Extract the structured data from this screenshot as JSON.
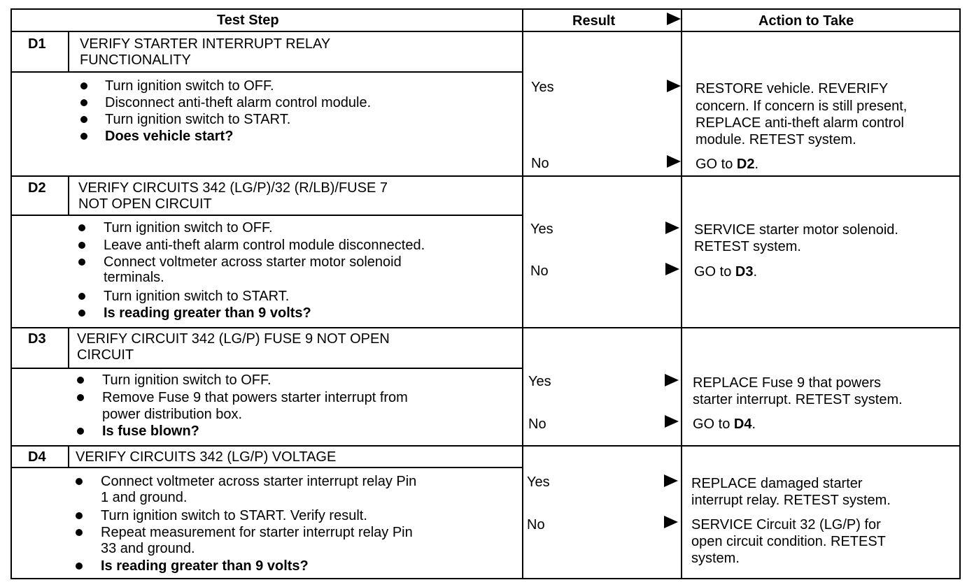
{
  "header": {
    "col1": "Test Step",
    "col2": "Result",
    "col3": "Action to Take"
  },
  "steps": [
    {
      "id": "D1",
      "title": [
        "VERIFY STARTER INTERRUPT RELAY",
        "FUNCTIONALITY"
      ],
      "bullets": [
        [
          "Turn ignition switch to OFF."
        ],
        [
          "Disconnect anti-theft alarm control module."
        ],
        [
          "Turn ignition switch to START."
        ],
        [
          "Does vehicle start?"
        ]
      ],
      "yes_label": "Yes",
      "no_label": "No",
      "yes_action": [
        "RESTORE vehicle. REVERIFY",
        "concern. If concern is still present,",
        "REPLACE anti-theft alarm control",
        "module. RETEST system."
      ],
      "no_action_prefix": "GO to ",
      "no_action_target": "D2",
      "no_action_suffix": "."
    },
    {
      "id": "D2",
      "title": [
        "VERIFY CIRCUITS 342 (LG/P)/32 (R/LB)/FUSE 7",
        "NOT OPEN CIRCUIT"
      ],
      "bullets": [
        [
          "Turn ignition switch to OFF."
        ],
        [
          "Leave anti-theft alarm control module disconnected."
        ],
        [
          "Connect voltmeter across starter motor solenoid",
          "terminals."
        ],
        [
          "Turn ignition switch to START."
        ],
        [
          "Is reading greater than 9 volts?"
        ]
      ],
      "yes_label": "Yes",
      "no_label": "No",
      "yes_action": [
        "SERVICE starter motor solenoid.",
        "RETEST system."
      ],
      "no_action_prefix": "GO to ",
      "no_action_target": "D3",
      "no_action_suffix": "."
    },
    {
      "id": "D3",
      "title": [
        "VERIFY CIRCUIT 342 (LG/P) FUSE 9 NOT OPEN",
        "CIRCUIT"
      ],
      "bullets": [
        [
          "Turn ignition switch to OFF."
        ],
        [
          "Remove Fuse 9 that powers starter interrupt from",
          "power distribution box."
        ],
        [
          "Is fuse blown?"
        ]
      ],
      "yes_label": "Yes",
      "no_label": "No",
      "yes_action": [
        "REPLACE Fuse 9 that powers",
        "starter interrupt. RETEST system."
      ],
      "no_action_prefix": "GO to ",
      "no_action_target": "D4",
      "no_action_suffix": "."
    },
    {
      "id": "D4",
      "title": [
        "VERIFY CIRCUITS 342 (LG/P) VOLTAGE"
      ],
      "bullets": [
        [
          "Connect voltmeter across starter interrupt relay Pin",
          "1 and ground."
        ],
        [
          "Turn ignition switch to START. Verify result."
        ],
        [
          "Repeat measurement for starter interrupt relay Pin",
          "33 and ground."
        ],
        [
          "Is reading greater than 9 volts?"
        ]
      ],
      "yes_label": "Yes",
      "no_label": "No",
      "yes_action": [
        "REPLACE damaged starter",
        "interrupt relay. RETEST system."
      ],
      "no_action": [
        "SERVICE Circuit 32 (LG/P) for",
        "open circuit condition. RETEST",
        "system."
      ]
    }
  ]
}
